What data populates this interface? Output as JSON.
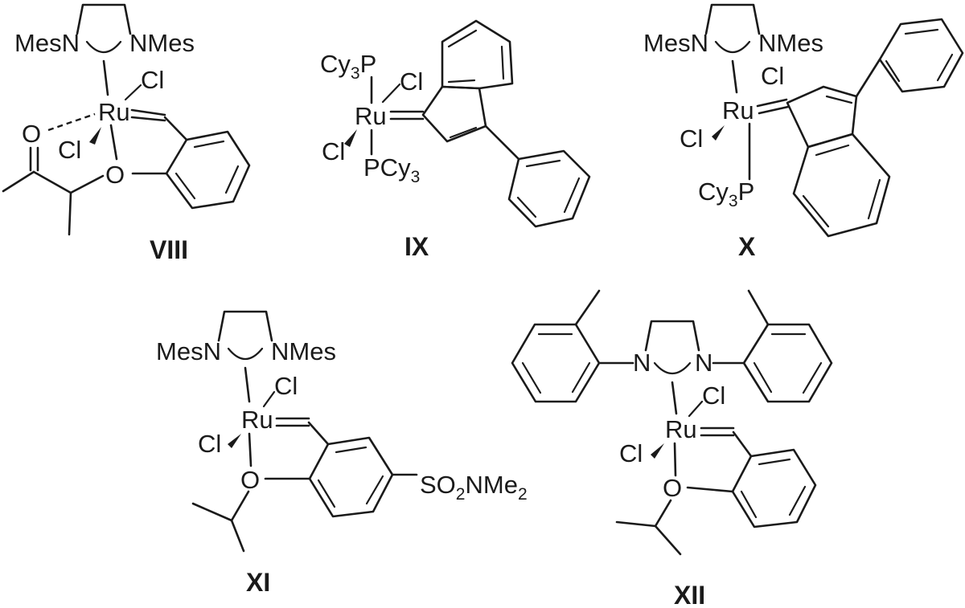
{
  "compounds": [
    {
      "id": "VIII",
      "label": "VIII",
      "atoms": {
        "mes_left": "MesN",
        "mes_right": "NMes",
        "cl_top": "Cl",
        "ru": "Ru",
        "cl_left": "Cl",
        "o_ketone": "O",
        "o_ether": "O"
      }
    },
    {
      "id": "IX",
      "label": "IX",
      "atoms": {
        "pcy_top": "Cy",
        "pcy_top_sub": "3",
        "pcy_top_p": "P",
        "cl_top": "Cl",
        "ru": "Ru",
        "cl_left": "Cl",
        "pcy_bottom": "PCy",
        "pcy_bottom_sub": "3"
      }
    },
    {
      "id": "X",
      "label": "X",
      "atoms": {
        "mes_left": "MesN",
        "mes_right": "NMes",
        "cl_top": "Cl",
        "ru": "Ru",
        "cl_left": "Cl",
        "pcy_bottom": "Cy",
        "pcy_bottom_sub": "3",
        "pcy_bottom_p": "P"
      }
    },
    {
      "id": "XI",
      "label": "XI",
      "atoms": {
        "mes_left": "MesN",
        "mes_right": "NMes",
        "cl_top": "Cl",
        "ru": "Ru",
        "cl_left": "Cl",
        "o_ether": "O",
        "sulfonamide_a": "SO",
        "sulfonamide_sub": "2",
        "sulfonamide_b": "NMe",
        "sulfonamide_sub2": "2"
      }
    },
    {
      "id": "XII",
      "label": "XII",
      "atoms": {
        "n_left": "N",
        "n_right": "N",
        "cl_top": "Cl",
        "ru": "Ru",
        "cl_left": "Cl",
        "o_ether": "O"
      }
    }
  ]
}
